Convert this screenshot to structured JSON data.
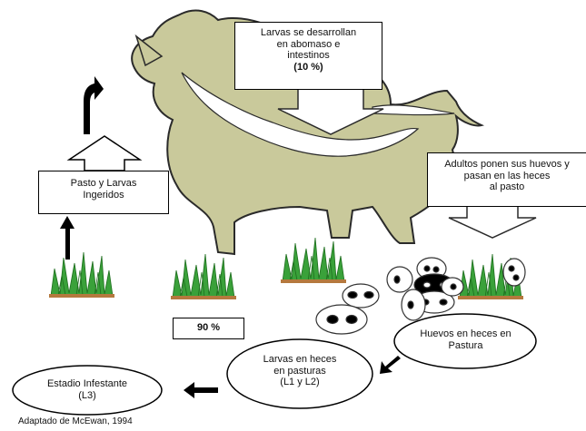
{
  "stages": {
    "intestine": {
      "line1": "Larvas se desarrollan",
      "line2": "en abomaso e",
      "line3": "intestinos",
      "pct": "(10 %)"
    },
    "adults": {
      "line1": "Adultos ponen sus huevos y",
      "line2": "pasan en las heces",
      "line3": "al pasto"
    },
    "ingested": {
      "line1": "Pasto y Larvas",
      "line2": "Ingeridos"
    },
    "eggs": {
      "line1": "Huevos en heces en",
      "line2": "Pastura"
    },
    "larvae": {
      "line1": "Larvas en heces",
      "line2": "en pasturas",
      "line3": "(L1 y L2)"
    },
    "infective": {
      "line1": "Estadio Infestante",
      "line2": "(L3)"
    }
  },
  "pasture_pct": "90 %",
  "source": "Adaptado de McEwan, 1994",
  "colors": {
    "sheep_fill": "#c9c99b",
    "sheep_outline": "#2a2a2a",
    "grass": "#3aa13a",
    "ground": "#b5793e"
  },
  "icons": [
    "sheep-silhouette",
    "grass-tuft",
    "egg-oval",
    "arrow"
  ]
}
